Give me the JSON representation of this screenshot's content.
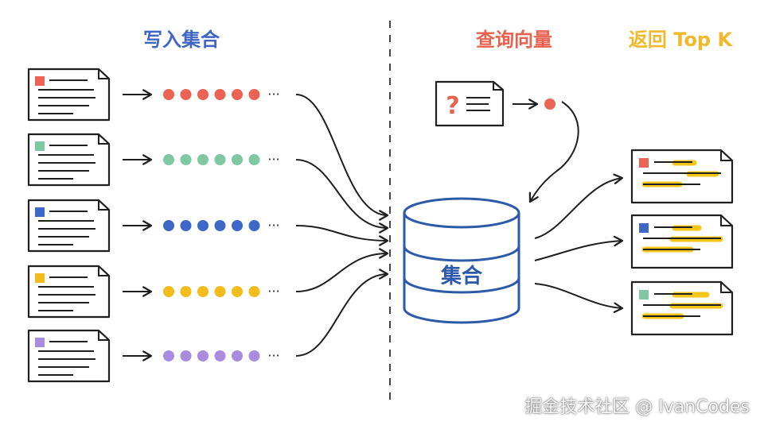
{
  "headers": {
    "write": "写入集合",
    "query": "查询向量",
    "topk": "返回 Top K"
  },
  "collection_label": "集合",
  "query_symbol": "?",
  "ellipsis": "···",
  "watermark": "掘金技术社区 @ IvanCodes",
  "colors": {
    "write_header": "#3f66c2",
    "query_header": "#e8614f",
    "topk_header": "#f1b82b",
    "stroke": "#1f1f1f",
    "cylinder": "#2c5aa8",
    "highlight": "#f5c518",
    "rows": [
      "#ea6355",
      "#7fc8a3",
      "#3d68c8",
      "#f2bc1d",
      "#a98ce0"
    ]
  },
  "icons": {
    "arrow": "arrow-right-icon",
    "document": "document-icon",
    "database": "database-cylinder-icon"
  }
}
